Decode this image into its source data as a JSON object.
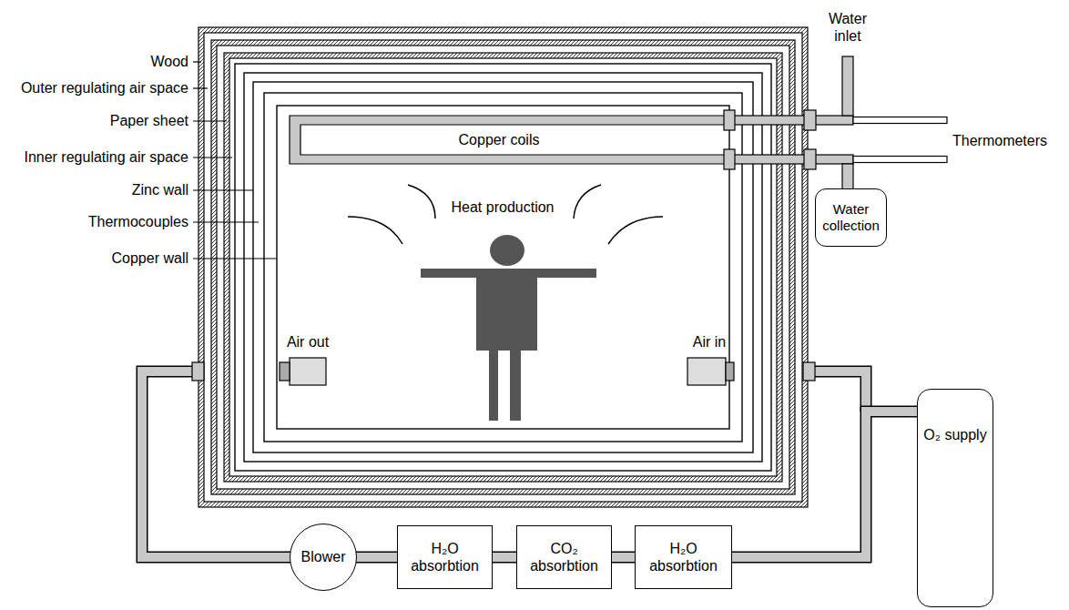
{
  "diagram": {
    "nodes": [
      {
        "text": [
          "Water collection"
        ]
      },
      {
        "text": [
          "Blower"
        ]
      },
      {
        "text": [
          "H₂O absorbtion"
        ]
      },
      {
        "text": [
          "CO₂ absorbtion"
        ]
      },
      {
        "text": [
          "H₂O absorbtion"
        ]
      },
      {
        "text": [
          "O₂ supply"
        ]
      }
    ],
    "edges": [
      {
        "from": 1,
        "to": 2,
        "arrow": "none"
      },
      {
        "from": 2,
        "to": 3,
        "arrow": "none"
      },
      {
        "from": 3,
        "to": 4,
        "arrow": "none"
      },
      {
        "from": 4,
        "to": 5,
        "arrow": "none"
      }
    ],
    "labels": [
      "Wood",
      "Outer regulating air space",
      "Paper sheet",
      "Inner regulating air space",
      "Zinc wall",
      "Thermocouples",
      "Copper wall",
      "Water inlet",
      "Copper coils",
      "Thermometers",
      "Heat production",
      "Air out",
      "Air in"
    ]
  }
}
